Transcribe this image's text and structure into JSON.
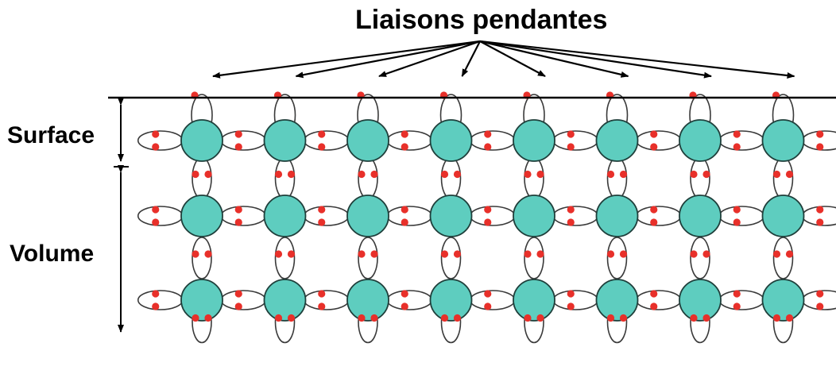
{
  "title": "Liaisons pendantes",
  "labels": {
    "surface": "Surface",
    "volume": "Volume"
  },
  "lattice": {
    "columns": 8,
    "rows": 3
  },
  "colors": {
    "atom_fill": "#5ecdbf",
    "atom_stroke": "#1f3f3b",
    "electron": "#e8302a",
    "line": "#000000"
  }
}
